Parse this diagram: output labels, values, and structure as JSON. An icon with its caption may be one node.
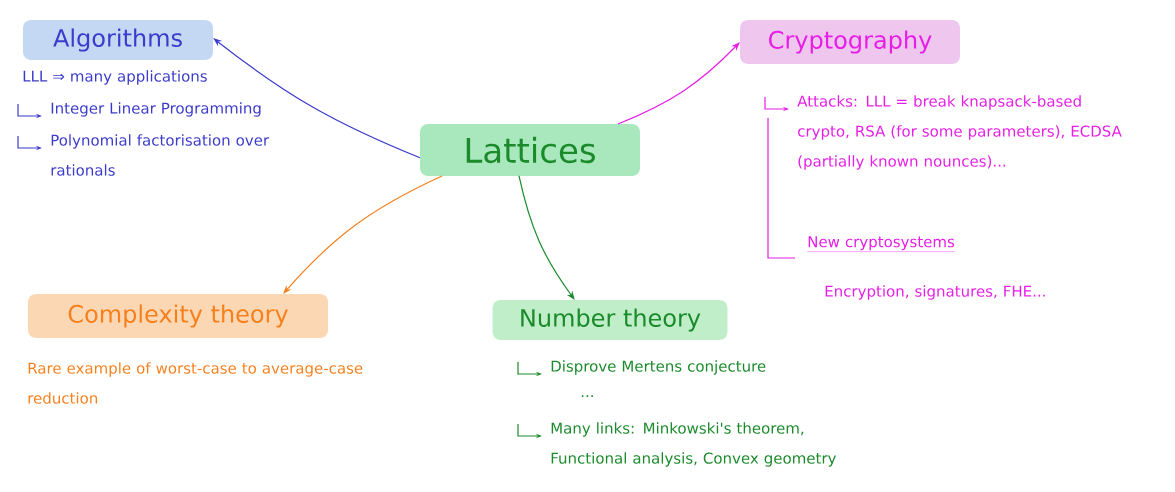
{
  "diagram": {
    "nodes": [
      {
        "text": [
          "Lattices"
        ]
      },
      {
        "text": [
          "Algorithms"
        ],
        "beside": [
          "LLL ⇒ many applications",
          "Integer Linear Programming",
          "Polynomial factorisation over rationals"
        ]
      },
      {
        "text": [
          "Cryptography"
        ],
        "beside": [
          "Attacks: LLL = break knapsack-based crypto, RSA (for some parameters), ECDSA (partially known nounces)...",
          "New cryptosystems",
          "Encryption, signatures, FHE..."
        ]
      },
      {
        "text": [
          "Complexity theory"
        ],
        "beside": [
          "Rare example of worst-case to average-case reduction"
        ]
      },
      {
        "text": [
          "Number theory"
        ],
        "beside": [
          "Disprove Mertens conjecture",
          "...",
          "Many links: Minkowski's theorem, Functional analysis, Convex geometry"
        ]
      }
    ],
    "edges": [
      {
        "from": 0,
        "to": 1,
        "arrow": "to",
        "color": "#3b3bcc"
      },
      {
        "from": 0,
        "to": 2,
        "arrow": "to",
        "color": "#e61ee6"
      },
      {
        "from": 0,
        "to": 3,
        "arrow": "to",
        "color": "#f7801e"
      },
      {
        "from": 0,
        "to": 4,
        "arrow": "to",
        "color": "#1a8a2a"
      }
    ]
  }
}
